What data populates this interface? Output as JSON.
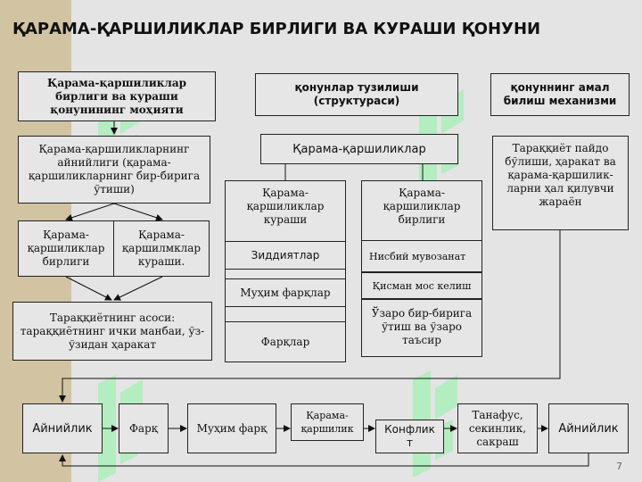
{
  "title": "ҚАРАМА-ҚАРШИЛИКЛАР БИРЛИГИ ВА КУРАШИ ҚОНУНИ",
  "left_column": {
    "header": "Қарама-қаршиликлар бирлиги ва кураши қонунининг моҳияти",
    "definition": "Қарама-қаршиликларнинг айнийлиги (қарама-қаршиликларнинг бир-бирига ўтиши)",
    "unity": "Қарама-қаршиликлар бирлиги",
    "struggle": "Қарама-қаршилмклар кураши.",
    "source": "Тараққиётнинг асоси: тараққиётнинг ички манбаи, ўз-ўзидан ҳаракат"
  },
  "middle_column": {
    "header": "қонунлар тузилиши (структураси)",
    "root": "Қарама-қаршиликлар",
    "struggle_branch": {
      "title": "Қарама-қаршиликлар кураши",
      "items": [
        "Зиддиятлар",
        "Муҳим фарқлар",
        "Фарқлар"
      ]
    },
    "unity_branch": {
      "title": "Қарама-қаршиликлар бирлиги",
      "items": [
        "Нисбий мувозанат",
        "Қисман мос келиш",
        "Ўзаро бир-бирига ўтиш ва ўзаро таъсир"
      ]
    }
  },
  "right_column": {
    "header": "қонуннинг амал билиш механизми",
    "description": "Тараққиёт пайдо бўлиши, ҳаракат ва қарама-қаршилик-ларни ҳал қилувчи жараён"
  },
  "flow": [
    "Айнийлик",
    "Фарқ",
    "Муҳим фарқ",
    "Қарама-қаршилик",
    "Конфлик т",
    "Танафус, секинлик, сакраш",
    "Айнийлик"
  ],
  "page_number": "7",
  "colors": {
    "left_band": "#d2c3a2",
    "background": "#e4e4e4",
    "box_border": "#222222",
    "watermark": "#a6efb6"
  }
}
